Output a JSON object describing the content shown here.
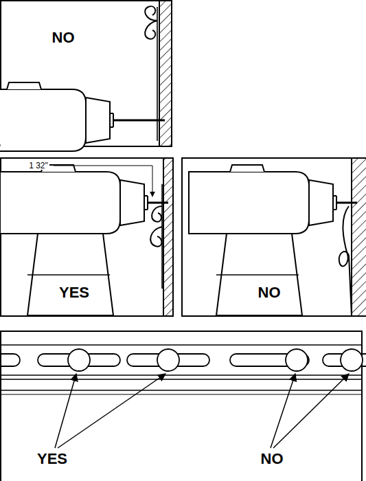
{
  "diagram": {
    "labels": [
      "NO",
      "1 32\"",
      "YES",
      "NO",
      "YES",
      "NO"
    ]
  }
}
